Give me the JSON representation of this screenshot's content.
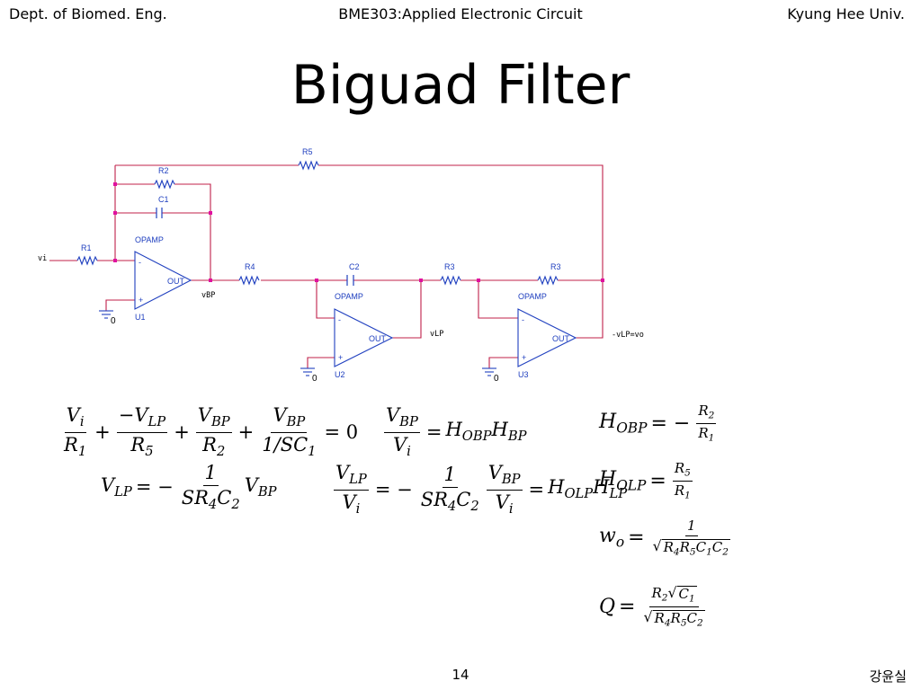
{
  "header": {
    "left": "Dept. of Biomed. Eng.",
    "center": "BME303:Applied Electronic Circuit",
    "right": "Kyung Hee Univ."
  },
  "title": "Biguad Filter",
  "circuit": {
    "labels": {
      "r1": "R1",
      "r2": "R2",
      "r3a": "R3",
      "r3b": "R3",
      "r4": "R4",
      "r5": "R5",
      "c1": "C1",
      "c2": "C2",
      "opamp1": "OPAMP",
      "opamp2": "OPAMP",
      "opamp3": "OPAMP",
      "u1": "U1",
      "u2": "U2",
      "u3": "U3",
      "out1": "OUT",
      "out2": "OUT",
      "out3": "OUT",
      "gnd1": "0",
      "gnd2": "0",
      "gnd3": "0",
      "vi": "vi",
      "vbp": "vBP",
      "vlp": "vLP",
      "vlpvo": "-vLP=vo",
      "minus": "-",
      "plus": "+"
    },
    "colors": {
      "wire": "#c0204a",
      "opamp": "#1f3fbf",
      "resistor": "#1f3fbf",
      "node": "#e010a0",
      "ground": "#1f3fbf"
    }
  },
  "equations": {
    "left": {
      "eq1": {
        "t1_num": "V",
        "t1_num_sub": "i",
        "t1_den": "R",
        "t1_den_sub": "1",
        "op1": "+",
        "t2_num": "−V",
        "t2_num_sub": "LP",
        "t2_den": "R",
        "t2_den_sub": "5",
        "op2": "+",
        "t3_num": "V",
        "t3_num_sub": "BP",
        "t3_den": "R",
        "t3_den_sub": "2",
        "op3": "+",
        "t4_num": "V",
        "t4_num_sub": "BP",
        "t4_den": "1/SC",
        "t4_den_sub": "1",
        "rhs": "= 0"
      },
      "eq2": {
        "lhs": "V",
        "lhs_sub": "LP",
        "eqsign": "= −",
        "num": "1",
        "den_a": "SR",
        "den_a_sub": "4",
        "den_b": "C",
        "den_b_sub": "2",
        "tail": "V",
        "tail_sub": "BP"
      }
    },
    "middle": {
      "eq1": {
        "num": "V",
        "num_sub": "BP",
        "den": "V",
        "den_sub": "i",
        "eqsign": "=",
        "h1": "H",
        "h1_sub": "OBP",
        "h2": "H",
        "h2_sub": "BP"
      },
      "eq2": {
        "num": "V",
        "num_sub": "LP",
        "den": "V",
        "den_sub": "i",
        "eqsign": "= −",
        "f_num": "1",
        "f_den_a": "SR",
        "f_den_a_sub": "4",
        "f_den_b": "C",
        "f_den_b_sub": "2",
        "g_num": "V",
        "g_num_sub": "BP",
        "g_den": "V",
        "g_den_sub": "i",
        "eqsign2": "=",
        "h1": "H",
        "h1_sub": "OLP",
        "h2": "H",
        "h2_sub": "LP"
      }
    },
    "right": {
      "hobp": {
        "lhs": "H",
        "lhs_sub": "OBP",
        "eqsign": "= −",
        "num": "R",
        "num_sub": "2",
        "den": "R",
        "den_sub": "1"
      },
      "holp": {
        "lhs": "H",
        "lhs_sub": "OLP",
        "eqsign": "=",
        "num": "R",
        "num_sub": "5",
        "den": "R",
        "den_sub": "1"
      },
      "wo": {
        "lhs": "w",
        "lhs_sub": "o",
        "eqsign": "=",
        "num": "1",
        "rad": "√",
        "den_a": "R",
        "den_a_sub": "4",
        "den_b": "R",
        "den_b_sub": "5",
        "den_c": "C",
        "den_c_sub": "1",
        "den_d": "C",
        "den_d_sub": "2"
      },
      "q": {
        "lhs": "Q",
        "eqsign": "=",
        "num_a": "R",
        "num_a_sub": "2",
        "rad": "√",
        "num_b": "C",
        "num_b_sub": "1",
        "den_a": "R",
        "den_a_sub": "4",
        "den_b": "R",
        "den_b_sub": "5",
        "den_c": "C",
        "den_c_sub": "2"
      }
    }
  },
  "footer": {
    "page": "14",
    "author": "강윤실"
  }
}
